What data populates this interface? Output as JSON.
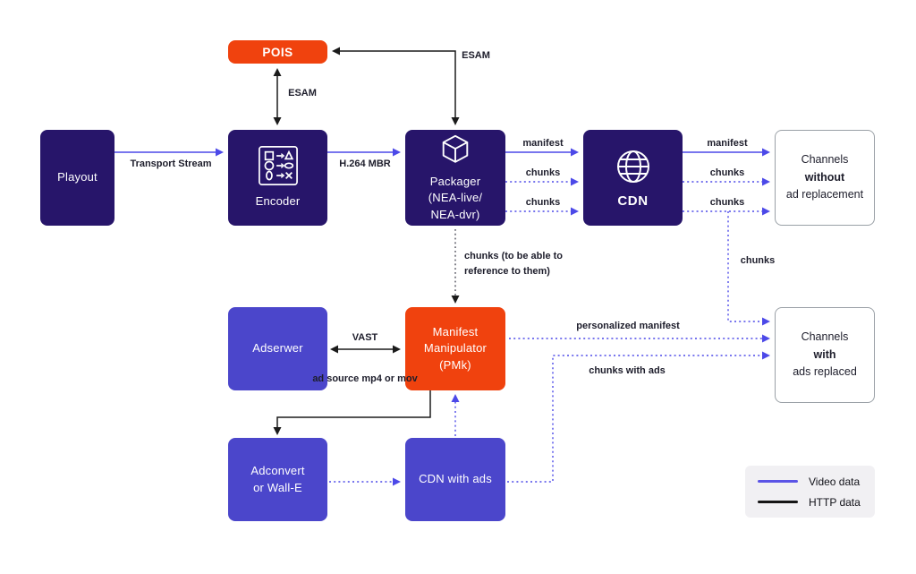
{
  "nodes": {
    "playout": {
      "label": "Playout"
    },
    "pois": {
      "label": "POIS"
    },
    "encoder": {
      "label": "Encoder"
    },
    "packager": {
      "label": "Packager\n(NEA-live/\nNEA-dvr)"
    },
    "cdn": {
      "label": "CDN"
    },
    "channels_without": {
      "line1": "Channels",
      "line2": "without",
      "line3": "ad replacement"
    },
    "adserwer": {
      "label": "Adserwer"
    },
    "manifest_manipulator": {
      "label": "Manifest\nManipulator\n(PMk)"
    },
    "adconvert": {
      "label": "Adconvert\nor Wall-E"
    },
    "cdn_with_ads": {
      "label": "CDN with ads"
    },
    "channels_with": {
      "line1": "Channels",
      "line2": "with",
      "line3": "ads replaced"
    }
  },
  "edge_labels": {
    "transport_stream": "Transport Stream",
    "esam_encoder": "ESAM",
    "esam_packager": "ESAM",
    "h264": "H.264 MBR",
    "manifest_1": "manifest",
    "chunks_1": "chunks",
    "chunks_2": "chunks",
    "manifest_2": "manifest",
    "chunks_3": "chunks",
    "chunks_4": "chunks",
    "chunks_branch": "chunks",
    "chunks_reference": "chunks (to be able to\nreference to them)",
    "vast": "VAST",
    "ad_source": "ad source\nmp4 or mov",
    "personalized_manifest": "personalized manifest",
    "chunks_with_ads": "chunks with ads"
  },
  "legend": {
    "video_label": "Video data",
    "http_label": "HTTP data"
  },
  "icons": {
    "encoder": "shapes-transform-icon",
    "packager": "cube-icon",
    "cdn": "globe-icon"
  },
  "colors": {
    "dark_box": "#27156A",
    "blue_box": "#4B46CB",
    "orange_box": "#F0420E",
    "video_line": "#4C49E8",
    "http_line": "#1B1B1B",
    "outline_border": "#9AA0A6",
    "legend_bg": "#F1F0F3",
    "label_text": "#1D1D2B"
  }
}
